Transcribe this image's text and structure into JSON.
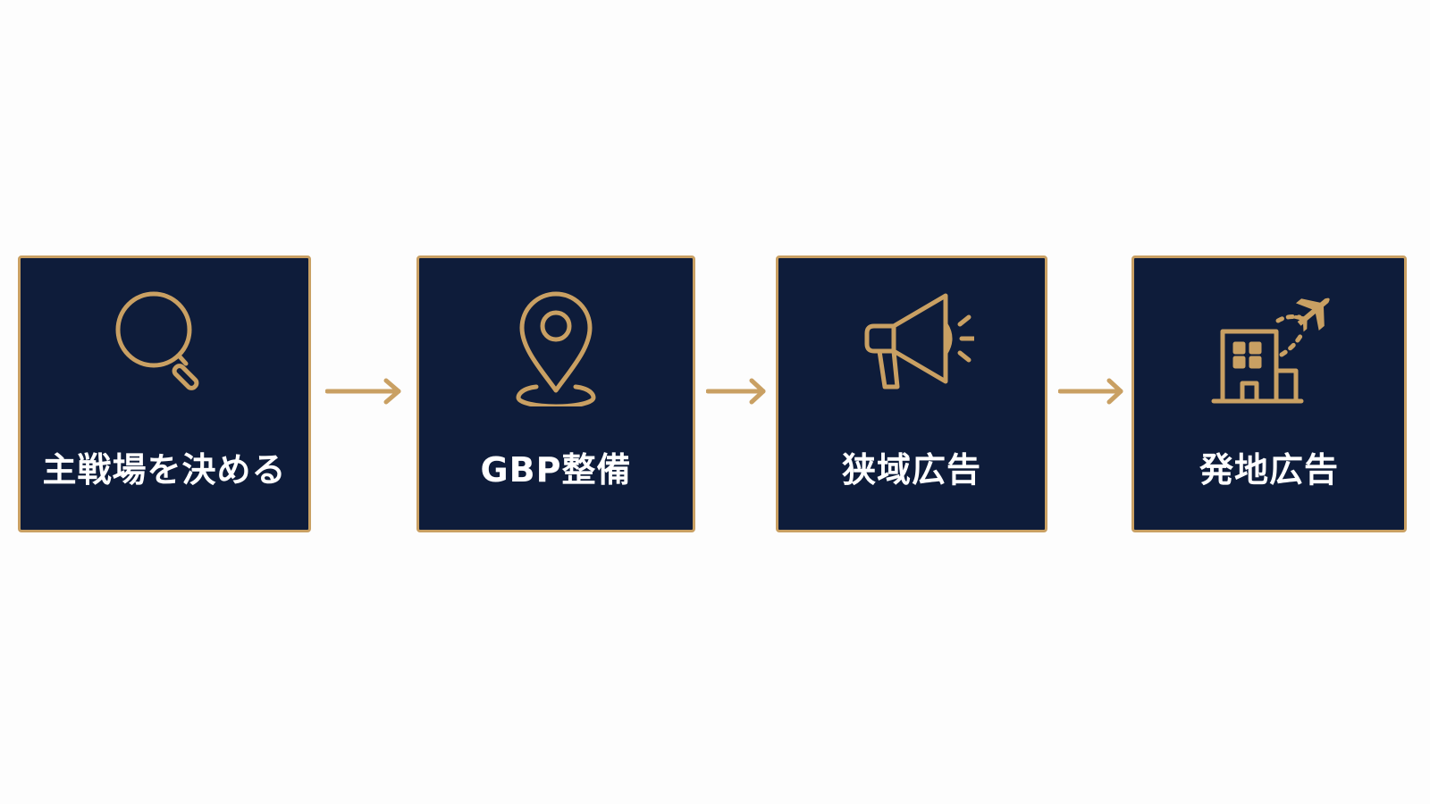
{
  "colors": {
    "background": "#fdfdfd",
    "box_fill": "#0e1c3a",
    "accent_gold": "#c9a063",
    "label_text": "#ffffff"
  },
  "steps": [
    {
      "label": "主戦場を決める",
      "icon": "search-icon"
    },
    {
      "label": "GBP整備",
      "icon": "map-pin-icon"
    },
    {
      "label": "狭域広告",
      "icon": "megaphone-icon"
    },
    {
      "label": "発地広告",
      "icon": "building-airplane-icon"
    }
  ],
  "connectors": [
    {
      "icon": "arrow-right-icon"
    },
    {
      "icon": "arrow-right-icon"
    },
    {
      "icon": "arrow-right-icon"
    }
  ]
}
